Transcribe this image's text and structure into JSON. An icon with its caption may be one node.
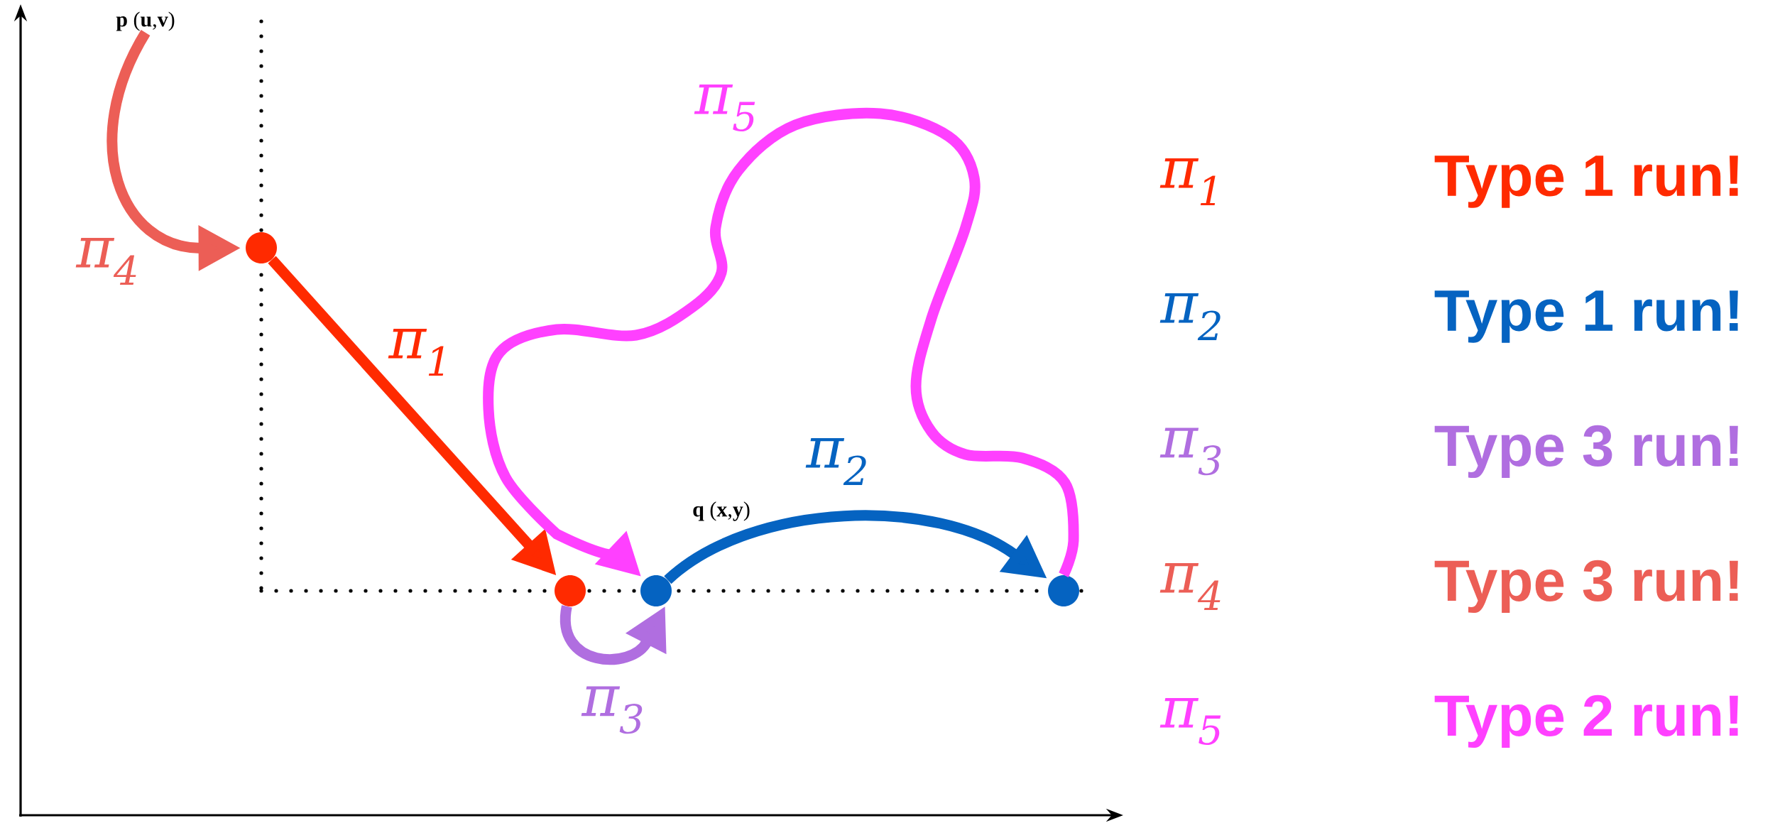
{
  "diagram": {
    "nodes": [
      {
        "text": [
          "**p** (**u**,**v**)"
        ]
      },
      {
        "text": [],
        "shape": "circle"
      },
      {
        "text": [],
        "shape": "circle"
      },
      {
        "text": [],
        "shape": "circle",
        "beside": [
          "**q** (**x**,**y**)"
        ]
      },
      {
        "text": [],
        "shape": "circle"
      }
    ],
    "edges": [
      {
        "from": 1,
        "to": 2,
        "arrow": "to",
        "label": "π$_{1}$",
        "color": "#ff2a00"
      },
      {
        "from": 3,
        "to": 4,
        "arrow": "to",
        "label": "π$_{2}$",
        "color": "#0563c1"
      },
      {
        "from": 2,
        "to": 3,
        "arrow": "to",
        "label": "π$_{3}$",
        "color": "#b06ee0"
      },
      {
        "from": 0,
        "to": 1,
        "arrow": "to",
        "label": "π$_{4}$",
        "color": "#ec5e56"
      },
      {
        "from": 4,
        "to": 3,
        "arrow": "to",
        "label": "π$_{5}$",
        "color": "#ff40ff"
      }
    ],
    "labels": [
      "π$_{1}$",
      "Type 1 run!",
      "π$_{2}$",
      "Type 1 run!",
      "π$_{3}$",
      "Type 3 run!",
      "π$_{4}$",
      "Type 3 run!",
      "π$_{5}$",
      "Type 2 run!"
    ]
  }
}
